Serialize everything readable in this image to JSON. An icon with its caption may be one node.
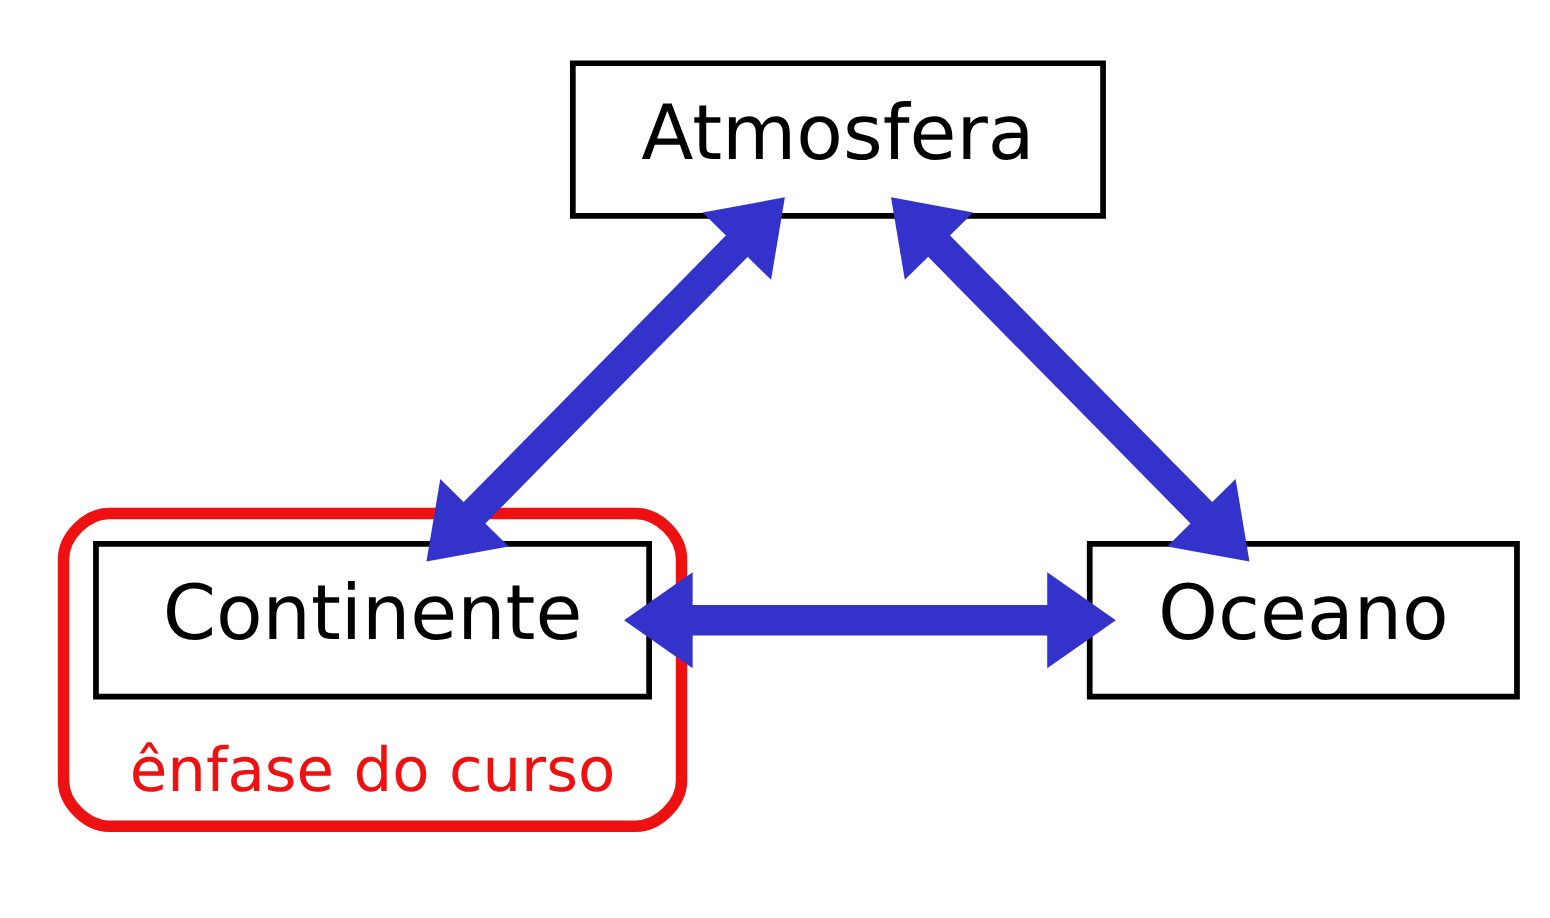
{
  "diagram": {
    "nodes": [
      {
        "text": [
          "Atmosfera"
        ]
      },
      {
        "text": [
          "ênfase do curso"
        ]
      },
      {
        "text": [
          "Continente"
        ],
        "in": 1
      },
      {
        "text": [
          "Oceano"
        ]
      }
    ],
    "edges": [
      {
        "from": 2,
        "to": 0,
        "arrow": "both"
      },
      {
        "from": 0,
        "to": 3,
        "arrow": "both"
      },
      {
        "from": 2,
        "to": 3,
        "arrow": "both"
      }
    ]
  }
}
